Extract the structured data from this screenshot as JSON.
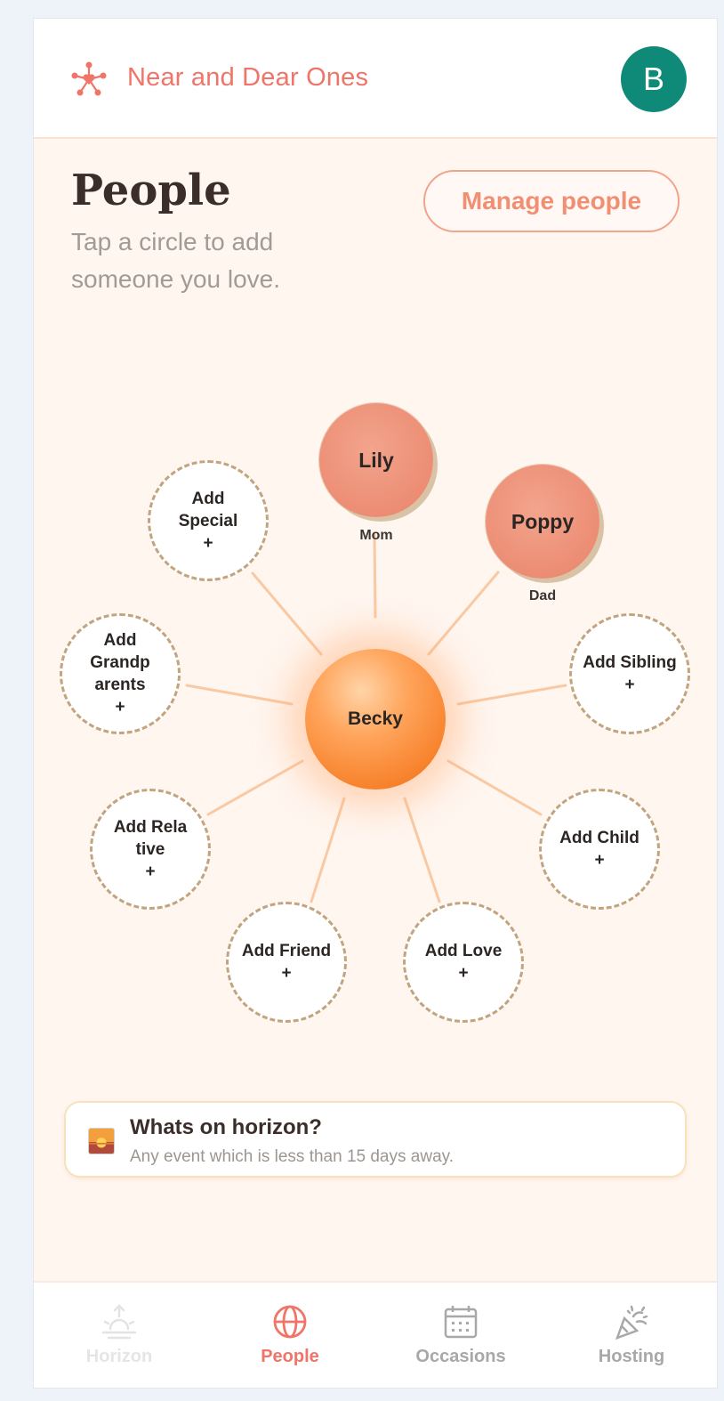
{
  "header": {
    "app_title": "Near and Dear Ones",
    "avatar_initial": "B",
    "logo_icon": "network-heart-icon"
  },
  "page": {
    "title": "People",
    "subtitle": "Tap a circle to add someone you love.",
    "manage_label": "Manage people"
  },
  "graph": {
    "center": "Becky",
    "people": [
      {
        "name": "Lily",
        "relation": "Mom"
      },
      {
        "name": "Poppy",
        "relation": "Dad"
      }
    ],
    "slots": {
      "special": [
        "Add",
        "Special"
      ],
      "grandparents": [
        "Add",
        "Grandp",
        "arents"
      ],
      "relative": [
        "Add Rela",
        "tive"
      ],
      "friend": [
        "Add Friend"
      ],
      "love": [
        "Add Love"
      ],
      "child": [
        "Add Child"
      ],
      "sibling": [
        "Add Sibling"
      ]
    },
    "plus": "+"
  },
  "horizon": {
    "title": "Whats on horizon?",
    "subtitle": "Any event which is less than 15 days away.",
    "icon": "sunrise-photo-icon"
  },
  "nav": {
    "items": [
      {
        "label": "Horizon",
        "icon": "sunrise-icon",
        "color": "#e5e5e5"
      },
      {
        "label": "People",
        "icon": "globe-icon",
        "color": "#f07468"
      },
      {
        "label": "Occasions",
        "icon": "calendar-icon",
        "color": "#a8a8a8"
      },
      {
        "label": "Hosting",
        "icon": "party-popper-icon",
        "color": "#a8a8a8"
      }
    ],
    "active": "People"
  },
  "colors": {
    "accent": "#f07468",
    "avatar": "#0f8a78",
    "center_node": "#f7822c",
    "filled_node": "#ec8d74",
    "slot_border": "#c2a47f"
  }
}
